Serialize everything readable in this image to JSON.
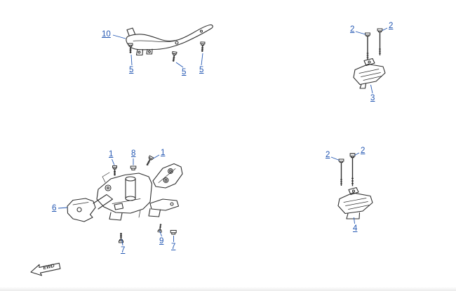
{
  "diagram": {
    "accent_color": "#2256b2",
    "line_color": "#2f2f2f",
    "callouts": [
      {
        "label": "10"
      },
      {
        "label": "5"
      },
      {
        "label": "5"
      },
      {
        "label": "5"
      },
      {
        "label": "2"
      },
      {
        "label": "2"
      },
      {
        "label": "3"
      },
      {
        "label": "2"
      },
      {
        "label": "2"
      },
      {
        "label": "4"
      },
      {
        "label": "1"
      },
      {
        "label": "8"
      },
      {
        "label": "1"
      },
      {
        "label": "6"
      },
      {
        "label": "7"
      },
      {
        "label": "9"
      },
      {
        "label": "7"
      }
    ],
    "direction_indicator": {
      "label": "EWD"
    }
  }
}
